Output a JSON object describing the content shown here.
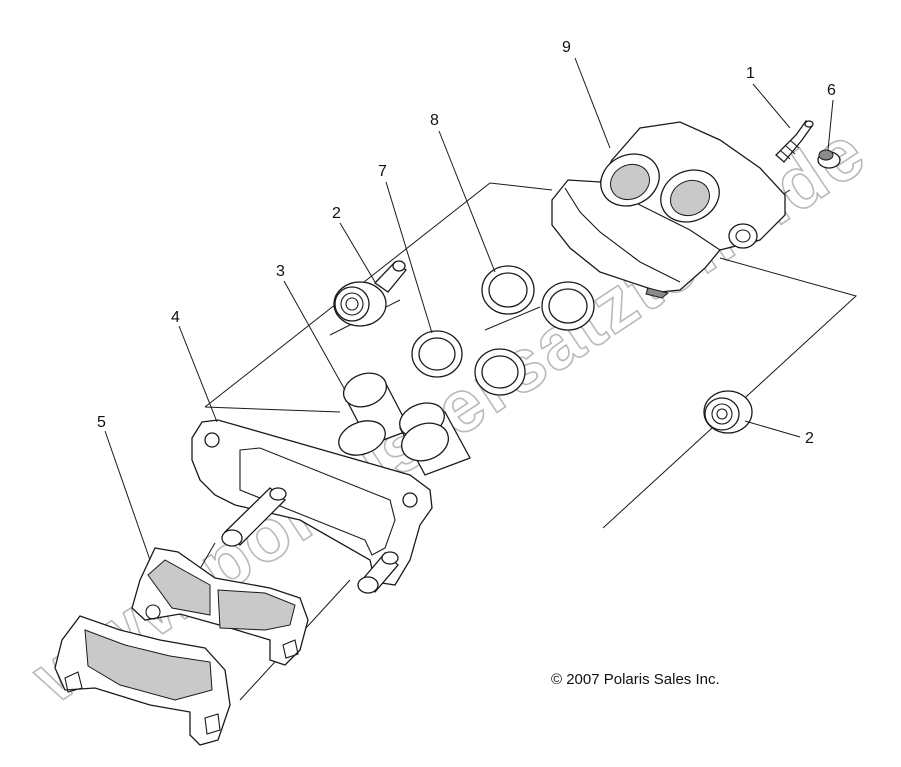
{
  "diagram": {
    "callouts": {
      "c1": "1",
      "c2a": "2",
      "c2b": "2",
      "c3": "3",
      "c4": "4",
      "c5": "5",
      "c6": "6",
      "c7": "7",
      "c8": "8",
      "c9": "9"
    },
    "copyright": "© 2007 Polaris Sales Inc.",
    "watermark": "www.polaris-ersatzteile.de"
  },
  "colors": {
    "line": "#1a1a1a",
    "watermark": "#b9b9b9",
    "background": "#ffffff"
  }
}
